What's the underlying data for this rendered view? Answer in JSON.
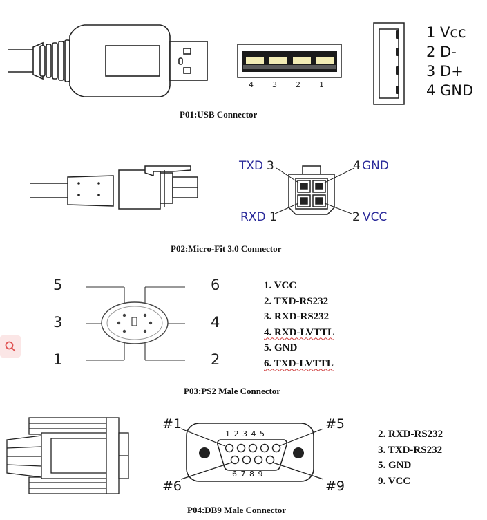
{
  "usb": {
    "caption": "P01:USB Connector",
    "front_pin_numbers": [
      "4",
      "3",
      "2",
      "1"
    ],
    "pins": [
      "1 Vcc",
      "2 D-",
      "3 D+",
      "4 GND"
    ]
  },
  "microfit": {
    "caption": "P02:Micro-Fit 3.0 Connector",
    "labels": {
      "txd": "TXD",
      "txd_num": "3",
      "gnd_num": "4",
      "gnd": "GND",
      "rxd": "RXD",
      "rxd_num": "1",
      "vcc_num": "2",
      "vcc": "VCC"
    }
  },
  "ps2": {
    "caption": "P03:PS2 Male Connector",
    "corner_numbers": [
      "5",
      "6",
      "3",
      "4",
      "1",
      "2"
    ],
    "pins": [
      "1. VCC",
      "2. TXD-RS232",
      "3. RXD-RS232",
      "4. RXD-LVTTL",
      "5. GND",
      "6. TXD-LVTTL"
    ]
  },
  "db9": {
    "caption": "P04:DB9 Male Connector",
    "corner_labels": [
      "#1",
      "#5",
      "#6",
      "#9"
    ],
    "top_row": "1 2 3 4 5",
    "bottom_row": "6 7 8 9",
    "pins": [
      "2. RXD-RS232",
      "3. TXD-RS232",
      "5. GND",
      "9. VCC"
    ]
  },
  "icons": {
    "side_button": "search-icon"
  },
  "colors": {
    "label_blue": "#2a2a9a",
    "accent_red": "#e05050"
  }
}
